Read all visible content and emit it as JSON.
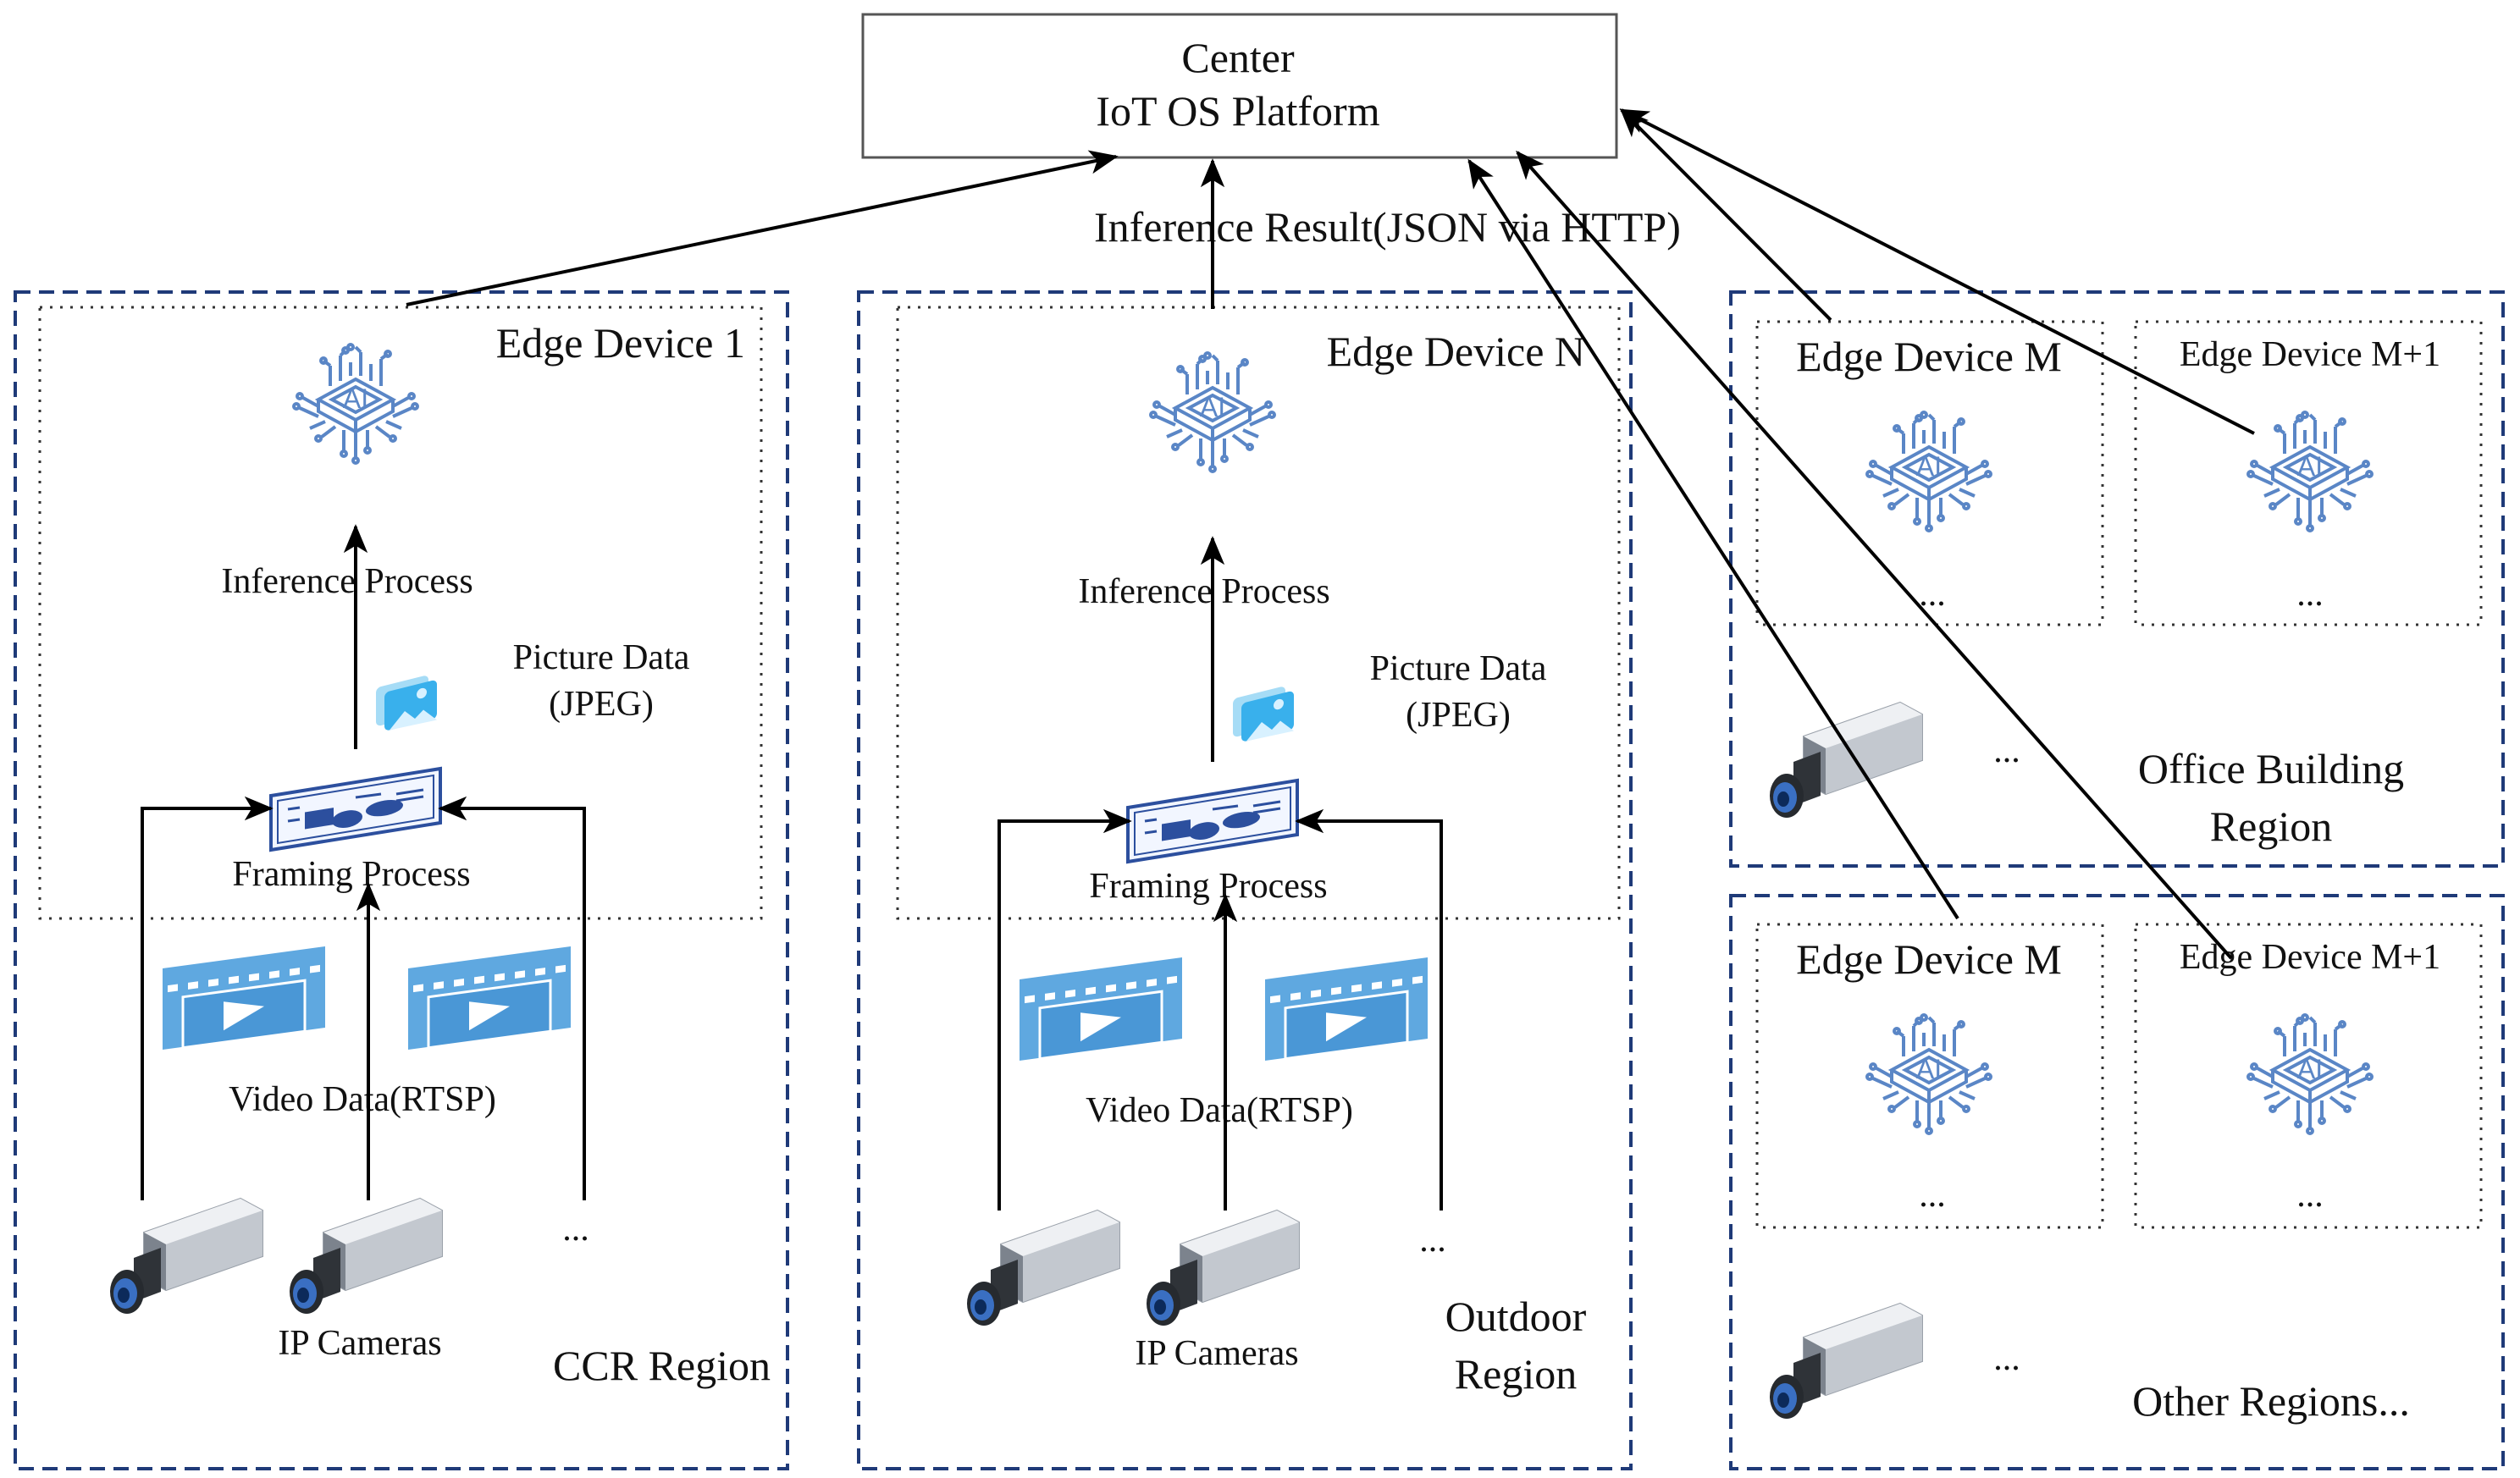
{
  "center": {
    "line1": "Center",
    "line2": "IoT OS Platform"
  },
  "result_label": "Inference Result(JSON via HTTP)",
  "ccr": {
    "device_label": "Edge Device 1",
    "inference_label": "Inference Process",
    "picture_line1": "Picture Data",
    "picture_line2": "(JPEG)",
    "framing_label": "Framing Process",
    "video_label": "Video Data(RTSP)",
    "cameras_label": "IP Cameras",
    "ellipsis": "...",
    "region_label": "CCR Region"
  },
  "outdoor": {
    "device_label": "Edge Device N",
    "inference_label": "Inference Process",
    "picture_line1": "Picture Data",
    "picture_line2": "(JPEG)",
    "framing_label": "Framing Process",
    "video_label": "Video Data(RTSP)",
    "cameras_label": "IP Cameras",
    "ellipsis": "...",
    "region_line1": "Outdoor",
    "region_line2": "Region"
  },
  "office": {
    "device_m_label": "Edge Device M",
    "device_m1_label": "Edge Device M+1",
    "dev_ellipsis": "...",
    "cam_ellipsis": "...",
    "region_line1": "Office Building",
    "region_line2": "Region"
  },
  "other": {
    "device_m_label": "Edge Device M",
    "device_m1_label": "Edge Device M+1",
    "dev_ellipsis": "...",
    "cam_ellipsis": "...",
    "region_label": "Other Regions..."
  },
  "icons": {
    "ai_chip": "ai-chip-icon",
    "camera": "ip-camera-icon",
    "picture": "picture-icon",
    "framing": "framing-document-icon",
    "video": "video-film-icon"
  },
  "colors": {
    "region_border": "#1f3a78",
    "chip_stroke": "#5a86c6",
    "video_fill": "#5fa8e0",
    "picture_fill": "#4fb8ec",
    "framing_stroke": "#2c4f9e",
    "arrow": "#000000"
  }
}
